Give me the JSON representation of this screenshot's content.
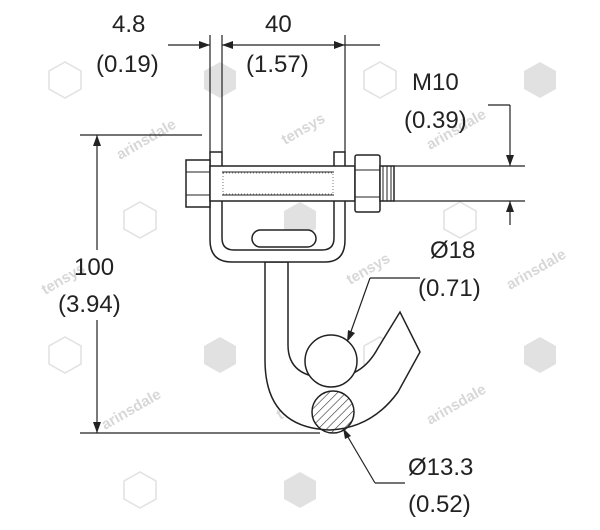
{
  "dimensions": {
    "bracket_thickness": {
      "mm": "4.8",
      "inch": "(0.19)"
    },
    "bracket_width": {
      "mm": "40",
      "inch": "(1.57)"
    },
    "thread": {
      "mm": "M10",
      "inch": "(0.39)"
    },
    "hook_diameter": {
      "mm": "Ø18",
      "inch": "(0.71)"
    },
    "height": {
      "mm": "100",
      "inch": "(3.94)"
    },
    "wire_diameter": {
      "mm": "Ø13.3",
      "inch": "(0.52)"
    }
  },
  "watermarks": {
    "brand_a": "tensys",
    "brand_b": "arinsdale"
  }
}
